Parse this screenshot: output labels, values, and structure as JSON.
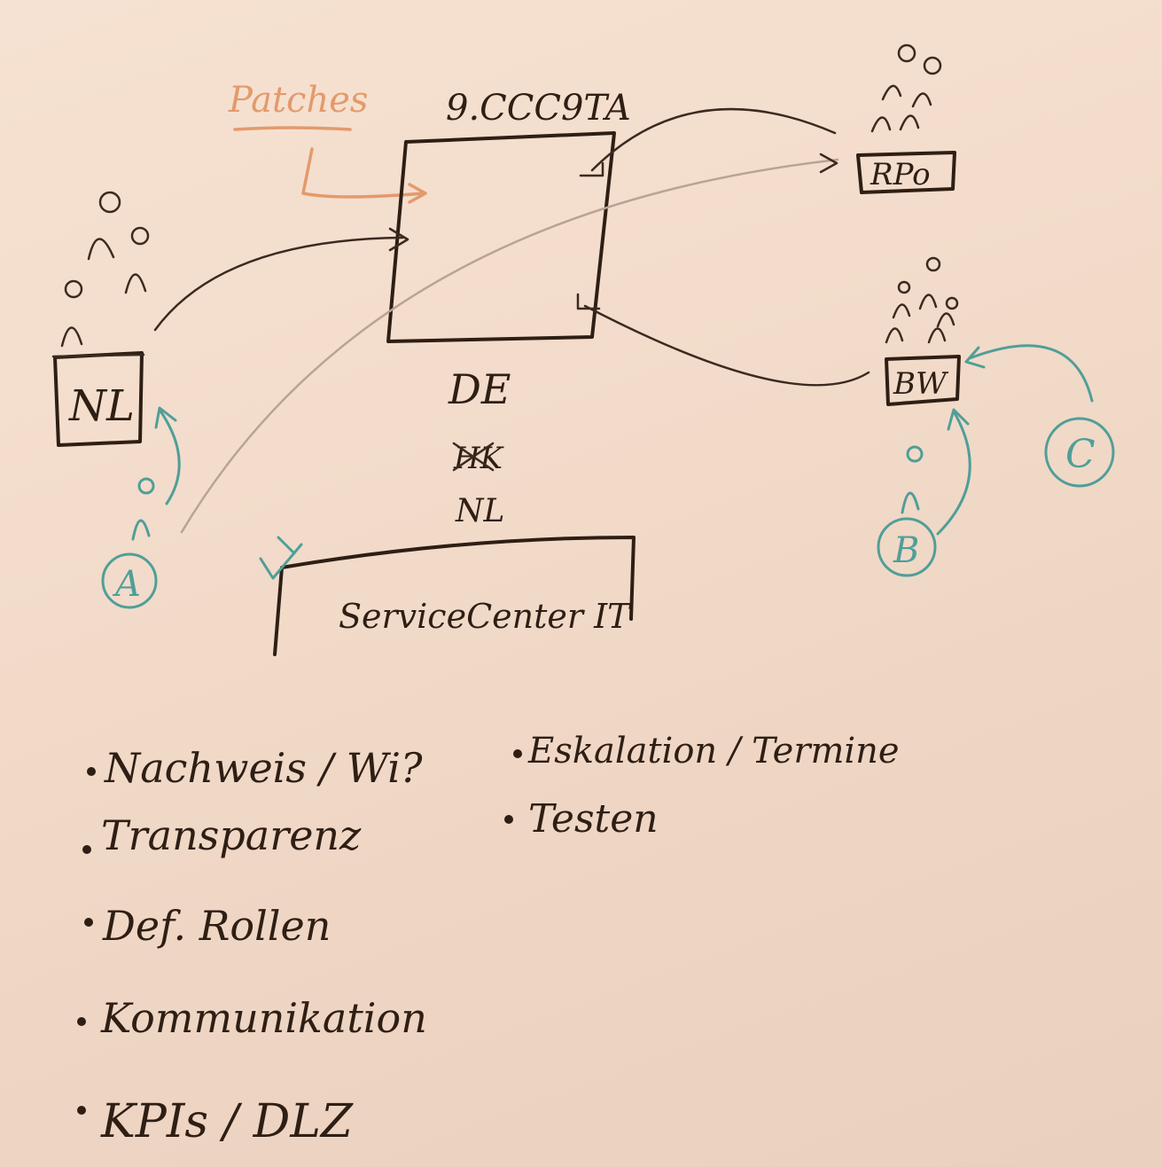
{
  "whiteboard": {
    "orange_label": "Patches",
    "system_label": "9.CCC9TA",
    "left_box": "NL",
    "top_right_box": "RPo",
    "mid_right_box": "BW",
    "center_labels": [
      "DE",
      "HK",
      "NL"
    ],
    "service_center": "ServiceCenter IT",
    "circle_a": "A",
    "circle_b": "B",
    "circle_c": "C",
    "bullets_left": [
      "Nachweis / Wi?",
      "Transparenz",
      "Def. Rollen",
      "Kommunikation",
      "KPIs / DLZ"
    ],
    "bullets_right": [
      "Eskalation / Termine",
      "Testen"
    ]
  }
}
